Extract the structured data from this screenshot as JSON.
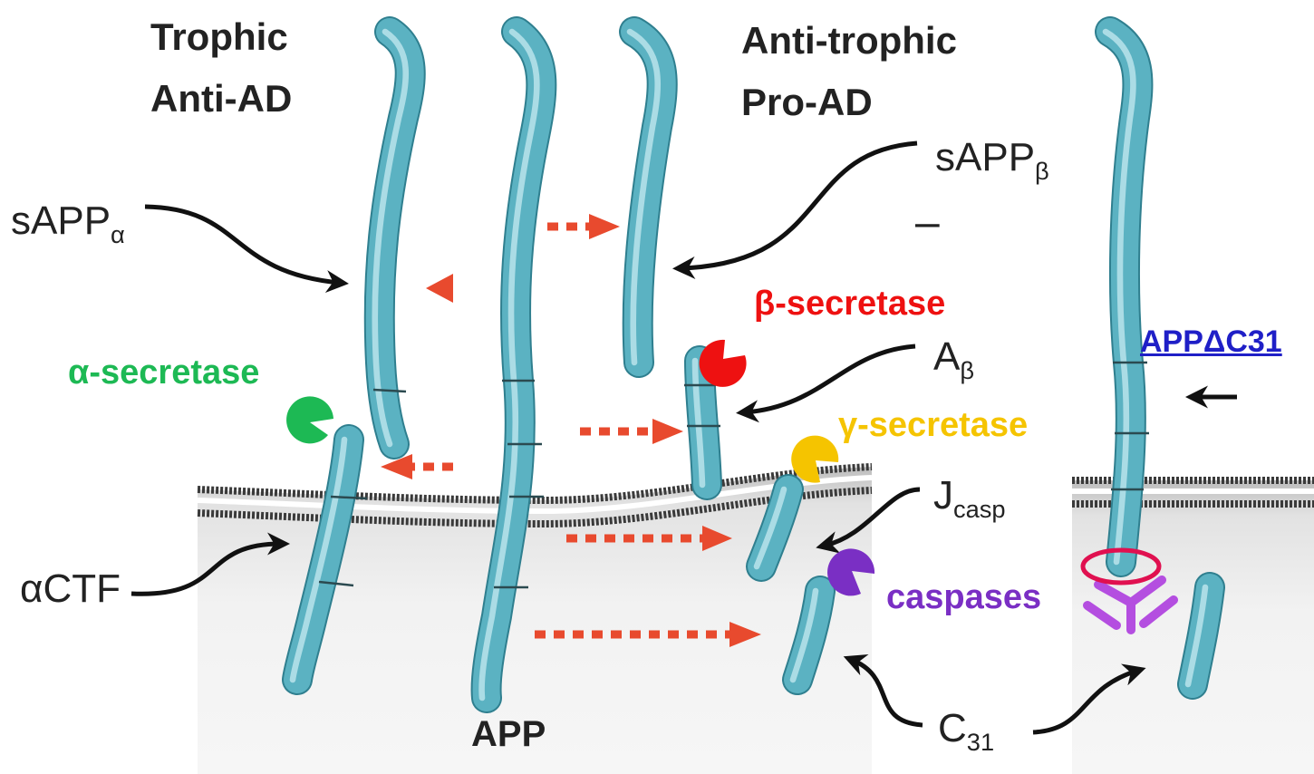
{
  "headings": {
    "left_line1": "Trophic",
    "left_line2": "Anti-AD",
    "right_line1": "Anti-trophic",
    "right_line2": "Pro-AD",
    "app": "APP"
  },
  "fragments": {
    "sappa": {
      "base": "sAPP",
      "sub": "α"
    },
    "sappb": {
      "base": "sAPP",
      "sub": "β"
    },
    "abeta": {
      "base": "A",
      "sub": "β"
    },
    "jcasp": {
      "base": "J",
      "sub": "casp"
    },
    "c31": {
      "base": "C",
      "sub": "31"
    },
    "actf": "αCTF",
    "dash": "–"
  },
  "enzymes": {
    "alpha": {
      "label": "α-secretase",
      "color": "#1db954"
    },
    "beta": {
      "label": "β-secretase",
      "color": "#ee1111"
    },
    "gamma": {
      "label": "γ-secretase",
      "color": "#f5c400"
    },
    "caspases": {
      "label": "caspases",
      "color": "#7a2fc4"
    }
  },
  "mutant": {
    "label": "APPΔC31"
  },
  "colors": {
    "tube": "#5bb2c2",
    "tube_dark": "#2f7f8f",
    "arrow_red": "#e84a2e",
    "antibody": "#b44ee0",
    "ring": "#e01050",
    "membrane": "#3a3a3a"
  },
  "icons": [
    "alpha-secretase-icon",
    "beta-secretase-icon",
    "gamma-secretase-icon",
    "caspase-icon",
    "antibody-icon"
  ]
}
